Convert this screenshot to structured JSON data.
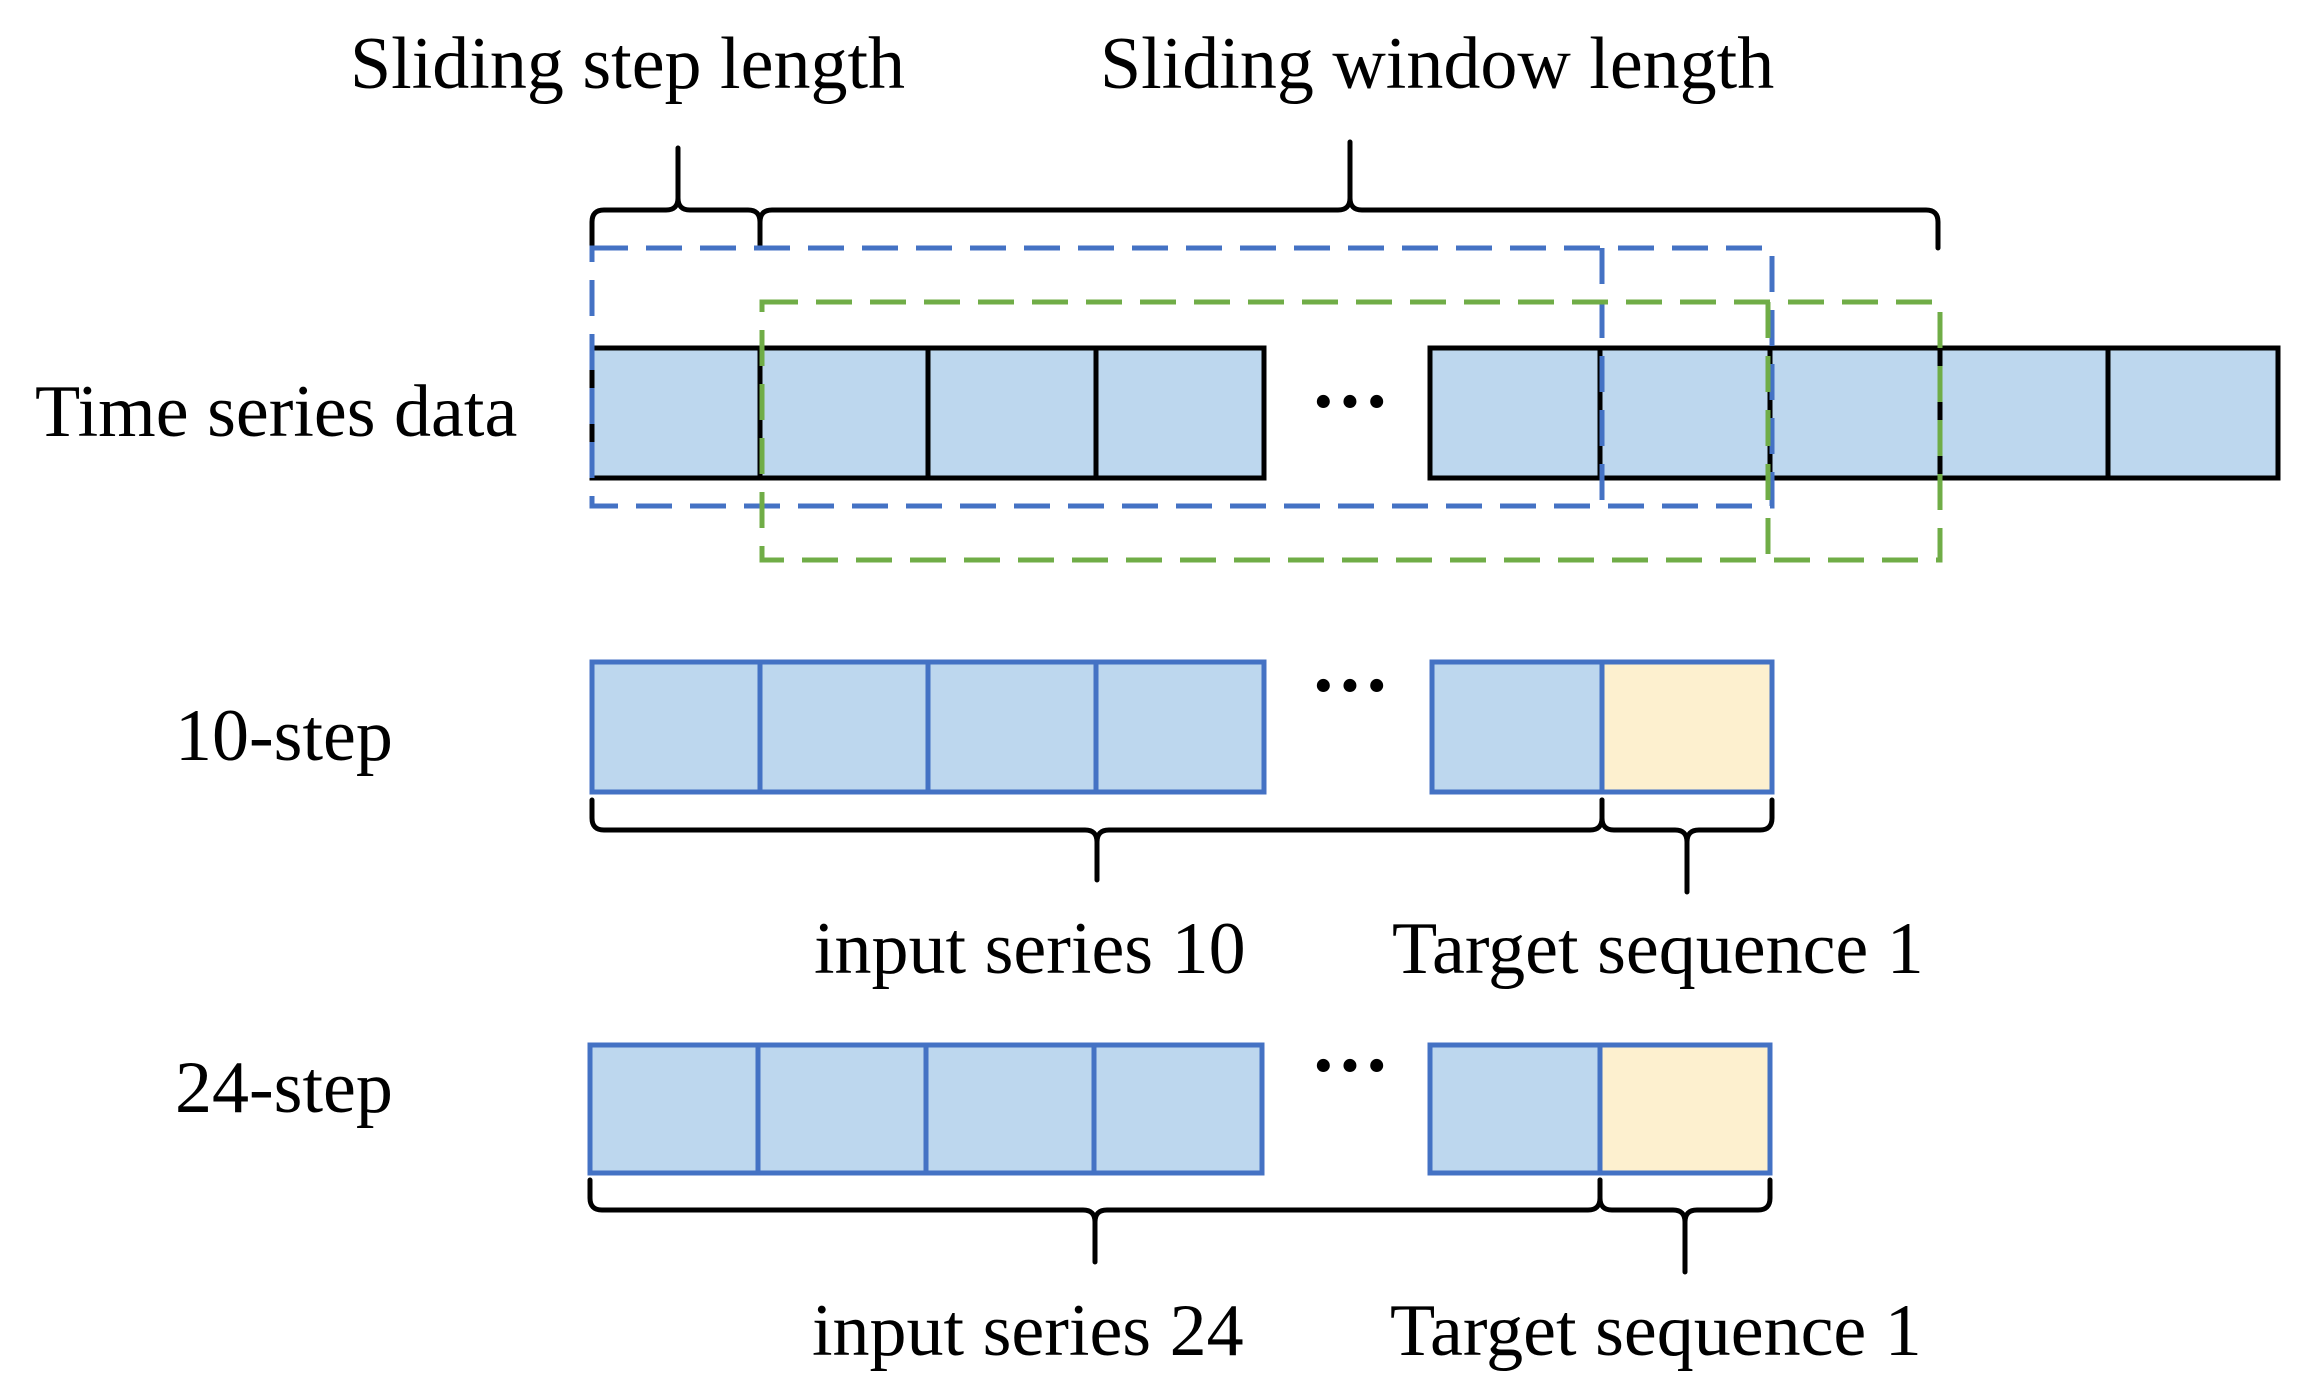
{
  "labels": {
    "sliding_step_length": "Sliding step length",
    "sliding_window_length": "Sliding window length",
    "time_series_data": "Time series data",
    "ten_step": "10-step",
    "twenty_four_step": "24-step",
    "input_series_10": "input series 10",
    "input_series_24": "input series 24",
    "target_sequence_1": "Target sequence 1",
    "ellipsis": "···"
  },
  "colors": {
    "cell_fill": "#bdd7ee",
    "target_fill": "#fdf0cf",
    "series_border": "#000000",
    "input_border": "#4472c4",
    "window_1_dash": "#4472c4",
    "window_2_dash": "#70ad47"
  }
}
